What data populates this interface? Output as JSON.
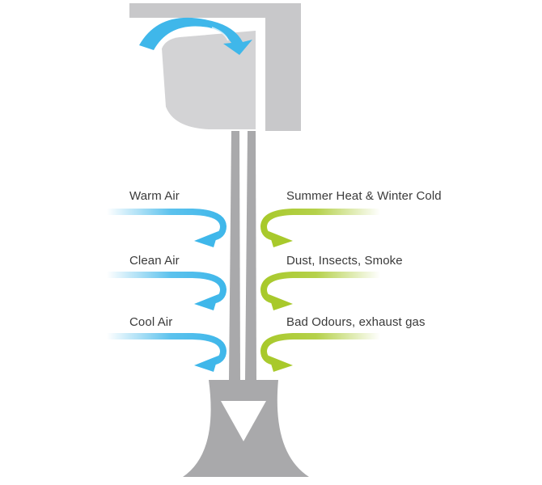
{
  "diagram": {
    "colors": {
      "unit": "#d3d3d5",
      "unit_frame": "#c8c8ca",
      "pole": "#a9a9ab",
      "blue_arrow": "#3fb7ea",
      "green_arrow": "#a8c92b",
      "text": "#3a3a3a"
    },
    "left_labels": [
      {
        "text": "Warm Air"
      },
      {
        "text": "Clean Air"
      },
      {
        "text": "Cool Air"
      }
    ],
    "right_labels": [
      {
        "text": "Summer Heat & Winter Cold"
      },
      {
        "text": "Dust, Insects, Smoke"
      },
      {
        "text": "Bad Odours, exhaust gas"
      }
    ]
  }
}
